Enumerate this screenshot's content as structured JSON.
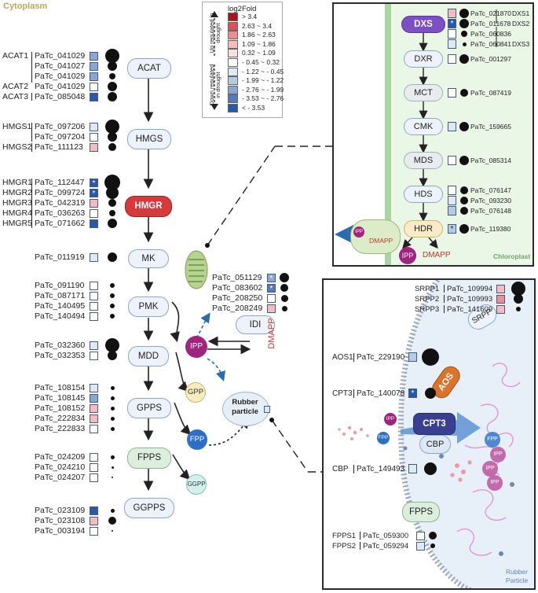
{
  "cytoplasm_label": "Cytoplasm",
  "legend": {
    "title": "log2Fold",
    "up_label": "Up regulated in drought",
    "down_label": "Down regulated in drought",
    "ranges": [
      "> 3.4",
      "2.63 ~ 3.4",
      "1.86 ~ 2.63",
      "1.09 ~ 1.86",
      "0.32 ~ 1.09",
      "- 0.45 ~ 0.32",
      "- 1.22 ~ - 0.45",
      "- 1.99 ~ - 1.22",
      "- 2.76 ~ - 1.99",
      "- 3.53 ~ - 2.76",
      "< - 3.53"
    ],
    "colors": [
      "#a8151d",
      "#d8525a",
      "#ee8d94",
      "#f3bcc0",
      "#f8dfe1",
      "#ffffff",
      "#dde9f5",
      "#b4cbe6",
      "#8aa6d4",
      "#5a78b8",
      "#2a58a8"
    ]
  },
  "enzymes": {
    "acat": "ACAT",
    "hmgs": "HMGS",
    "hmgr": "HMGR",
    "mk": "MK",
    "pmk": "PMK",
    "mdd": "MDD",
    "gpps": "GPPS",
    "fpps": "FPPS",
    "ggpps": "GGPPS",
    "idi": "IDI"
  },
  "metabolites": {
    "ipp": "IPP",
    "gpp": "GPP",
    "fpp": "FPP",
    "ggpp": "GGPP",
    "dmapp": "DMAPP",
    "rubber": "Rubber particle"
  },
  "cyto_genes": [
    {
      "group": "ACAT1",
      "id": "PaTc_041029",
      "color": "#8aa6d4"
    },
    {
      "group": "",
      "id": "PaTc_041027",
      "color": "#8aa6d4"
    },
    {
      "group": "",
      "id": "PaTc_041029",
      "color": "#8aa6d4"
    },
    {
      "group": "ACAT2",
      "id": "PaTc_041029",
      "color": "#ffffff"
    },
    {
      "group": "ACAT3",
      "id": "PaTc_085048",
      "color": "#2a58a8"
    },
    {
      "group": "HMGS1",
      "id": "PaTc_097206",
      "color": "#dde9f5"
    },
    {
      "group": "",
      "id": "PaTc_097204",
      "color": "#ffffff"
    },
    {
      "group": "HMGS2",
      "id": "PaTc_111123",
      "color": "#f3bcc0"
    },
    {
      "group": "HMGR1",
      "id": "PaTc_112447",
      "color": "#2a58a8",
      "star": true
    },
    {
      "group": "HMGR2",
      "id": "PaTc_099724",
      "color": "#2a58a8",
      "star": true
    },
    {
      "group": "HMGR3",
      "id": "PaTc_042319",
      "color": "#f3bcc0"
    },
    {
      "group": "HMGR4",
      "id": "PaTc_036263",
      "color": "#ffffff"
    },
    {
      "group": "HMGR5",
      "id": "PaTc_071662",
      "color": "#2a58a8"
    },
    {
      "group": "",
      "id": "PaTc_011919",
      "color": "#dde9f5"
    },
    {
      "group": "",
      "id": "PaTc_091190",
      "color": "#ffffff"
    },
    {
      "group": "",
      "id": "PaTc_087171",
      "color": "#ffffff"
    },
    {
      "group": "",
      "id": "PaTc_140495",
      "color": "#ffffff"
    },
    {
      "group": "",
      "id": "PaTc_140494",
      "color": "#ffffff"
    },
    {
      "group": "",
      "id": "PaTc_032360",
      "color": "#dde9f5"
    },
    {
      "group": "",
      "id": "PaTc_032353",
      "color": "#ffffff"
    },
    {
      "group": "",
      "id": "PaTc_108154",
      "color": "#dde9f5"
    },
    {
      "group": "",
      "id": "PaTc_108145",
      "color": "#8aa6d4"
    },
    {
      "group": "",
      "id": "PaTc_108152",
      "color": "#f3bcc0"
    },
    {
      "group": "",
      "id": "PaTc_222834",
      "color": "#f3bcc0"
    },
    {
      "group": "",
      "id": "PaTc_222833",
      "color": "#ffffff"
    },
    {
      "group": "",
      "id": "PaTc_024209",
      "color": "#ffffff"
    },
    {
      "group": "",
      "id": "PaTc_024210",
      "color": "#ffffff"
    },
    {
      "group": "",
      "id": "PaTc_024207",
      "color": "#ffffff"
    },
    {
      "group": "",
      "id": "PaTc_023109",
      "color": "#2a58a8"
    },
    {
      "group": "",
      "id": "PaTc_023108",
      "color": "#f3bcc0"
    },
    {
      "group": "",
      "id": "PaTc_003194",
      "color": "#ffffff"
    }
  ],
  "idi_genes": [
    {
      "id": "PaTc_051129",
      "color": "#8aa6d4",
      "star": true
    },
    {
      "id": "PaTc_083602",
      "color": "#5a78b8",
      "star": true
    },
    {
      "id": "PaTc_208250",
      "color": "#ffffff"
    },
    {
      "id": "PaTc_208249",
      "color": "#f3bcc0"
    }
  ],
  "chloroplast": {
    "label": "Chloroplast",
    "enzymes": {
      "dxs": "DXS",
      "dxr": "DXR",
      "mct": "MCT",
      "cmk": "CMK",
      "mds": "MDS",
      "hds": "HDS",
      "hdr": "HDR"
    },
    "ipp": "IPP",
    "dmapp": "DMAPP",
    "genes": [
      {
        "id": "PaTc_021870",
        "tag": "DXS1",
        "color": "#f3bcc0"
      },
      {
        "id": "PaTc_011678",
        "tag": "DXS2",
        "color": "#2a58a8",
        "star": true
      },
      {
        "id": "PaTc_060836",
        "tag": "",
        "color": "#ffffff"
      },
      {
        "id": "PaTc_060841",
        "tag": "DXS3",
        "color": "#dde9f5"
      },
      {
        "id": "PaTc_001297",
        "tag": "",
        "color": "#ffffff"
      },
      {
        "id": "PaTc_087419",
        "tag": "",
        "color": "#ffffff"
      },
      {
        "id": "PaTc_159665",
        "tag": "",
        "color": "#dde9f5"
      },
      {
        "id": "PaTc_085314",
        "tag": "",
        "color": "#ffffff"
      },
      {
        "id": "PaTc_076147",
        "tag": "",
        "color": "#ffffff"
      },
      {
        "id": "PaTc_093230",
        "tag": "",
        "color": "#dde9f5"
      },
      {
        "id": "PaTc_076148",
        "tag": "",
        "color": "#b4cbe6"
      },
      {
        "id": "PaTc_119380",
        "tag": "",
        "color": "#b4cbe6",
        "star": true
      }
    ]
  },
  "rubber": {
    "label": "Rubber Particle",
    "srpp": [
      {
        "group": "SRPP1",
        "id": "PaTc_109994",
        "color": "#f3bcc0"
      },
      {
        "group": "SRPP2",
        "id": "PaTc_109993",
        "color": "#ee8d94"
      },
      {
        "group": "SRPP3",
        "id": "PaTc_141609",
        "color": "#f3bcc0"
      }
    ],
    "aos": {
      "group": "AOS1",
      "id": "PaTc_229190",
      "color": "#b4cbe6",
      "node": "AOS"
    },
    "cpt": {
      "group": "CPT3",
      "id": "PaTc_140078",
      "color": "#2a58a8",
      "star": true,
      "node": "CPT3"
    },
    "cbp": {
      "group": "CBP",
      "id": "PaTc_149493",
      "color": "#dde9f5",
      "node": "CBP"
    },
    "srpp_node": "SRPP",
    "fpps_node": "FPPS",
    "fpps": [
      {
        "group": "FPPS1",
        "id": "PaTc_059300",
        "color": "#ffffff"
      },
      {
        "group": "FPPS2",
        "id": "PaTc_059294",
        "color": "#dde9f5"
      }
    ],
    "ipp": "IPP",
    "fpp": "FPP"
  }
}
